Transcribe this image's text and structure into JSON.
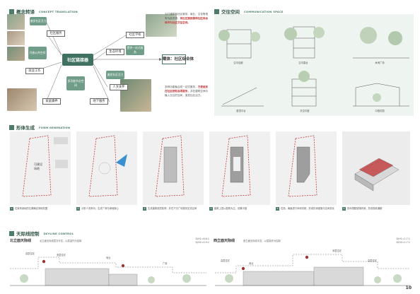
{
  "concept": {
    "title": "概念转译",
    "title_en": "CONCEPT TRANSLATION",
    "nodes": {
      "community_service": "社区服务",
      "community_school": "社区学校",
      "ecology": "生态环境",
      "employment": "就业工作",
      "connector": "社区链接器",
      "family_care": "家庭康养",
      "life_care": "人文关怀",
      "medical": "医疗卫生",
      "underground": "地下服务",
      "carrier": "载体：社区综合体"
    },
    "green_boxes": {
      "activity_stimulate": "激发社区活力",
      "multi_service": "提供一站式服务",
      "public_space": "开放公共空间",
      "node_space": "多功能节点空间"
    },
    "para1": {
      "text_a": "为打通原有社区服务、商业、文化等现有功能资源，",
      "highlight": "将社区链接器和社区综合体作为社区交往空间。",
      "text_b": ""
    },
    "para2": {
      "text_a": "多种功能聚合成一站式服务，",
      "highlight": "方便居民在社区获取各项服务，",
      "text_b": "并在建筑空间中植入交往的空间，激发社区活力。"
    }
  },
  "comm_space": {
    "title": "交往空间",
    "title_en": "COMMUNICATION SPACE",
    "captions": [
      "空中连廊",
      "空中露台",
      "休闲广场",
      "屋顶平台",
      "灰空中庭",
      "中庭花园"
    ]
  },
  "form": {
    "title": "形体生成",
    "title_en": "FORM GENERATION",
    "panel1_labels": [
      "可建设",
      "场地"
    ],
    "panel2_label": "",
    "captions": [
      "在原有用地的位置确定场地范围",
      "分析人流来向，生成广场与绿地核心",
      "生成建筑底层轮廓，并在下沉广场提供交流空间",
      "建筑上层以庭院为主，设置中庭",
      "在西、南面进行体块切削，形成形体错落与空间变化",
      "形体搭配错落有致，形成视线通廊"
    ]
  },
  "skyline": {
    "title": "天际线控制",
    "title_en": "SKYLINE CONTROL",
    "north": {
      "label": "北立面天际线",
      "sub": "北立面天际线层次丰富，以层高作为控制",
      "ratio1": "D/H1=8.6:1",
      "ratio2": "D/H2=0.9:1"
    },
    "west": {
      "label": "西立面天际线",
      "sub": "西立面天际线丰富，以层高作为控制",
      "ratio1": "D/H1=2.7:1",
      "ratio2": "D/H2=2.7:1"
    },
    "tags": [
      "高层住宅",
      "多层住宅",
      "商业",
      "广场",
      "高层住宅",
      "商业",
      "多层住宅",
      "高层住宅"
    ]
  },
  "page_number": "10",
  "colors": {
    "accent": "#4d7d68",
    "dark_green": "#3f7260",
    "red": "#c23a3a"
  }
}
